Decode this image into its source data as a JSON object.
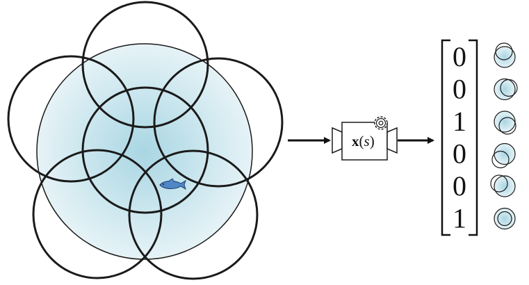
{
  "colors": {
    "ink": "#1a1a1a",
    "field_center": "#a9d6e3",
    "field_edge": "#e6f3f7",
    "fish": "#4f86c6"
  },
  "icons": {
    "agent": "fish-icon",
    "processor_settings": "gear-icon"
  },
  "processor": {
    "label_bold": "x",
    "label_rest": "(",
    "label_arg": "s",
    "label_close": ")"
  },
  "feature_vector": {
    "values": [
      "0",
      "0",
      "1",
      "0",
      "0",
      "1"
    ],
    "active": [
      false,
      false,
      true,
      false,
      false,
      true
    ]
  }
}
